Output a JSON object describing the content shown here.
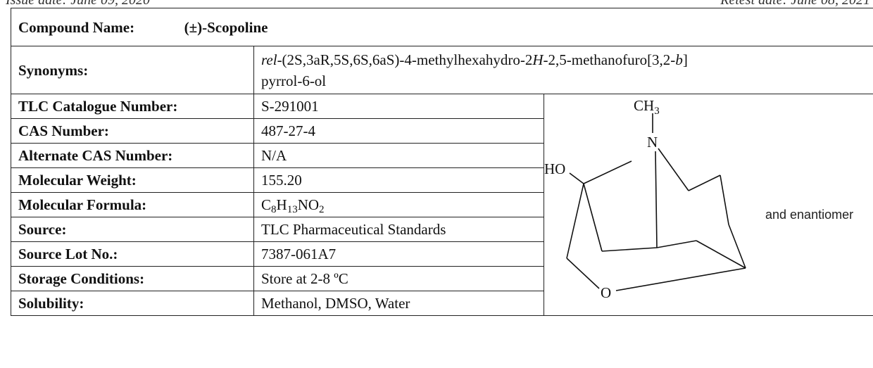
{
  "header": {
    "left": "Issue date: June 09, 2020",
    "right": "Retest date: June 08, 2021"
  },
  "compound": {
    "label": "Compound Name:",
    "value": "(±)-Scopoline"
  },
  "synonyms": {
    "label": "Synonyms:",
    "prefix": "rel",
    "part1": "-(2S,3aR,5S,6S,6aS)-4-methylhexahydro-2",
    "italic_h": "H",
    "part2": "-2,5-methanofuro[3,2-",
    "italic_b": "b",
    "part3": "]",
    "line2": "pyrrol-6-ol"
  },
  "rows": [
    {
      "label": "TLC Catalogue Number:",
      "value": "S-291001"
    },
    {
      "label": "CAS Number:",
      "value": "487-27-4"
    },
    {
      "label": "Alternate CAS Number:",
      "value": "N/A"
    },
    {
      "label": "Molecular Weight:",
      "value": "155.20"
    }
  ],
  "formula": {
    "label": "Molecular Formula:",
    "c": "C",
    "c_n": "8",
    "h": "H",
    "h_n": "13",
    "n": "NO",
    "o_n": "2"
  },
  "rows2": [
    {
      "label": "Source:",
      "value": "TLC Pharmaceutical Standards"
    },
    {
      "label": "Source Lot No.:",
      "value": "7387-061A7"
    },
    {
      "label": "Storage Conditions:",
      "value": "Store at 2-8 ºC"
    }
  ],
  "solubility": {
    "label": "Solubility:",
    "value": "Methanol, DMSO, Water"
  },
  "structure": {
    "ch3": "CH",
    "ch3_sub": "3",
    "n": "N",
    "ho": "HO",
    "o": "O",
    "note": "and enantiomer"
  }
}
